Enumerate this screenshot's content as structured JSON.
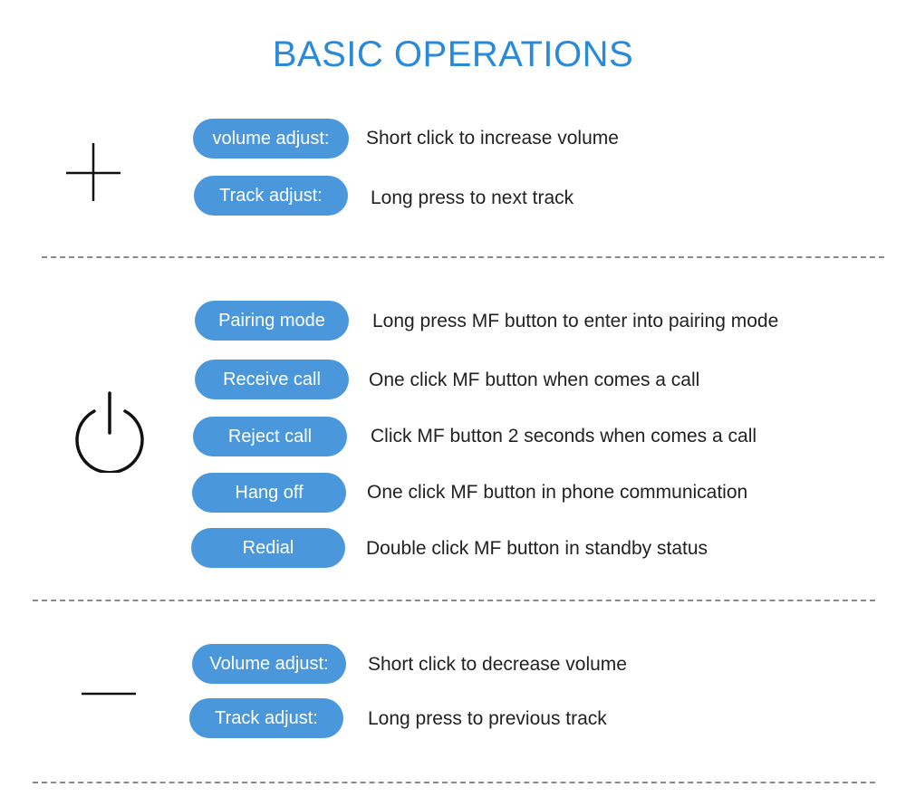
{
  "title": "BASIC OPERATIONS",
  "colors": {
    "accent": "#2a8ad8",
    "pill": "#4a97dc",
    "text": "#222222",
    "divider": "#8a8a8a"
  },
  "sections": [
    {
      "icon": "plus-icon",
      "rows": [
        {
          "label": "volume adjust:",
          "desc": "Short click to increase volume"
        },
        {
          "label": "Track adjust:",
          "desc": "Long press to next track"
        }
      ]
    },
    {
      "icon": "power-icon",
      "rows": [
        {
          "label": "Pairing mode",
          "desc": "Long press MF button to enter into pairing mode"
        },
        {
          "label": "Receive call",
          "desc": "One click MF button when comes a call"
        },
        {
          "label": "Reject call",
          "desc": "Click MF button 2 seconds when comes a call"
        },
        {
          "label": "Hang off",
          "desc": "One click MF button in phone communication"
        },
        {
          "label": "Redial",
          "desc": "Double click MF button in standby status"
        }
      ]
    },
    {
      "icon": "minus-icon",
      "rows": [
        {
          "label": "Volume adjust:",
          "desc": "Short click to decrease volume"
        },
        {
          "label": "Track adjust:",
          "desc": "Long press to previous track"
        }
      ]
    }
  ]
}
